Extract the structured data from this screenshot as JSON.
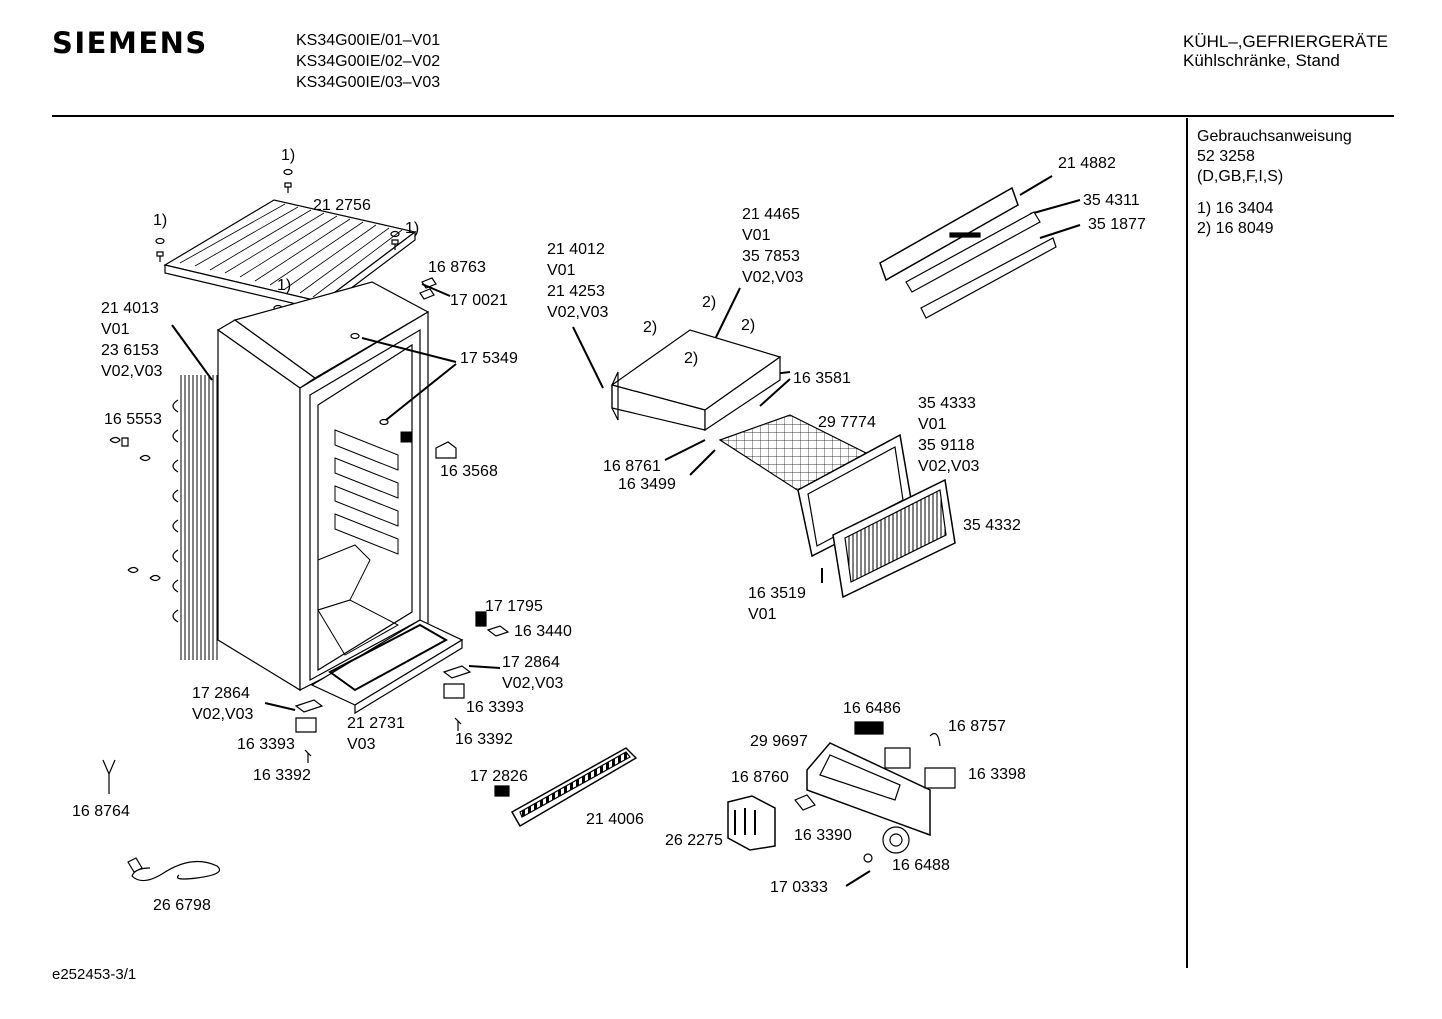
{
  "header": {
    "brand": "SIEMENS",
    "models": [
      "KS34G00IE/01–V01",
      "KS34G00IE/02–V02",
      "KS34G00IE/03–V03"
    ],
    "category": "KÜHL–,GEFRIERGERÄTE",
    "subcategory": "Kühlschränke, Stand"
  },
  "sidebar": {
    "manual_label": "Gebrauchsanweisung",
    "manual_number": "52 3258",
    "manual_languages": "(D,GB,F,I,S)",
    "footnote_1": "1) 16 3404",
    "footnote_2": "2) 16 8049"
  },
  "footer": {
    "code": "e252453-3/1"
  },
  "part_labels": {
    "fn1_top": "1)",
    "fn1_left": "1)",
    "fn1_right": "1)",
    "fn1_mid": "1)",
    "p212756": "21 2756",
    "p168763": "16 8763",
    "p170021": "17 0021",
    "p214013": [
      "21 4013",
      "V01",
      "23 6153",
      "V02,V03"
    ],
    "p175349": "17 5349",
    "p165553": "16 5553",
    "p163568": "16 3568",
    "p214012": [
      "21 4012",
      "V01",
      "21 4253",
      "V02,V03"
    ],
    "p214465": [
      "21 4465",
      "V01",
      "35 7853",
      "V02,V03"
    ],
    "fn2_a": "2)",
    "fn2_b": "2)",
    "fn2_c": "2)",
    "fn2_d": "2)",
    "p163581": "16 3581",
    "p297774": "29 7774",
    "p354333": [
      "35 4333",
      "V01",
      "35 9118",
      "V02,V03"
    ],
    "p168761": "16 8761",
    "p163499": "16 3499",
    "p214882": "21 4882",
    "p354311": "35 4311",
    "p351877": "35 1877",
    "p354332": "35 4332",
    "p163519": [
      "16 3519",
      "V01"
    ],
    "p171795": "17 1795",
    "p163440": "16 3440",
    "p172864a": [
      "17 2864",
      "V02,V03"
    ],
    "p163393a": "16 3393",
    "p163392a": "16 3392",
    "p172864b": [
      "17 2864",
      "V02,V03"
    ],
    "p212731": [
      "21 2731",
      "V03"
    ],
    "p163393b": "16 3393",
    "p163392b": "16 3392",
    "p168764": "16 8764",
    "p172826": "17 2826",
    "p214006": "21 4006",
    "p266798": "26 6798",
    "p166486": "16 6486",
    "p299697": "29 9697",
    "p168757": "16 8757",
    "p168760": "16 8760",
    "p163398": "16 3398",
    "p163390": "16 3390",
    "p262275": "26 2275",
    "p166488": "16 6488",
    "p170333": "17 0333"
  }
}
